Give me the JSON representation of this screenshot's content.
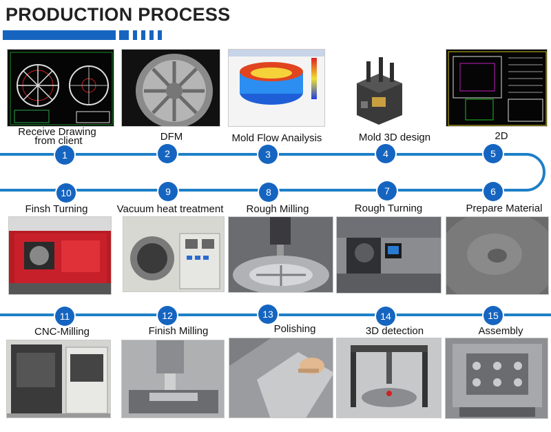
{
  "header": {
    "title": "PRODUCTION PROCESS"
  },
  "steps": [
    {
      "num": "1",
      "label": "Receive Drawing",
      "label2": "from client",
      "photo": "cad-drawing-of-wheel"
    },
    {
      "num": "2",
      "label": "DFM",
      "photo": "wheel-render"
    },
    {
      "num": "3",
      "label": "Mold Flow Anailysis",
      "photo": "mold-flow-simulation"
    },
    {
      "num": "4",
      "label": "Mold 3D design",
      "photo": "mold-3d-model"
    },
    {
      "num": "5",
      "label": "2D",
      "photo": "2d-cad-drawing"
    },
    {
      "num": "6",
      "label": "Prepare Material",
      "photo": "steel-block"
    },
    {
      "num": "7",
      "label": "Rough Turning",
      "photo": "lathe-machine"
    },
    {
      "num": "8",
      "label": "Rough Milling",
      "photo": "milling-machine"
    },
    {
      "num": "9",
      "label": "Vacuum heat treatment",
      "photo": "vacuum-furnace"
    },
    {
      "num": "10",
      "label": "Finsh Turning",
      "photo": "red-cnc-lathe"
    },
    {
      "num": "11",
      "label": "CNC-Milling",
      "photo": "cnc-machining-center"
    },
    {
      "num": "12",
      "label": "Finish Milling",
      "photo": "finish-milling-machine"
    },
    {
      "num": "13",
      "label": "Polishing",
      "photo": "polishing-mold"
    },
    {
      "num": "14",
      "label": "3D detection",
      "photo": "cmm-measuring-machine"
    },
    {
      "num": "15",
      "label": "Assembly",
      "photo": "assembled-mold"
    }
  ],
  "colors": {
    "accent": "#1565c0",
    "track": "#1e7fc8"
  }
}
